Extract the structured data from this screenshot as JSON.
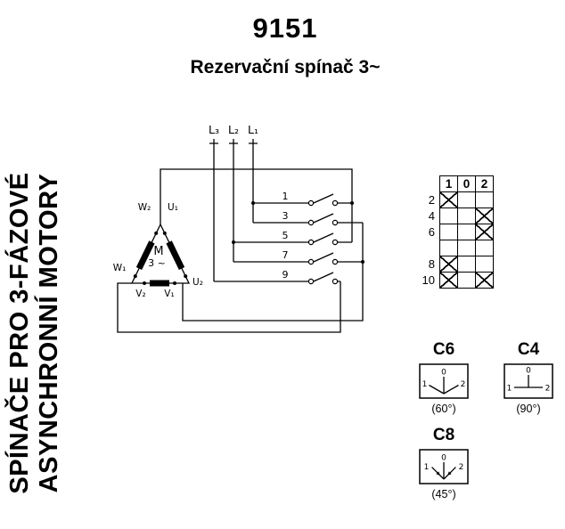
{
  "page": {
    "title": "9151",
    "subtitle": "Rezervační spínač 3~"
  },
  "side_label": {
    "line1": "SPÍNAČE PRO 3-FÁZOVÉ",
    "line2": "ASYNCHRONNÍ MOTORY"
  },
  "schematic": {
    "phases": {
      "l3": "L₃",
      "l2": "L₂",
      "l1": "L₁"
    },
    "contacts": {
      "c1": "1",
      "c3": "3",
      "c5": "5",
      "c7": "7",
      "c9": "9"
    },
    "motor": {
      "symbol": "M",
      "phases": "3 ~",
      "w2": "W₂",
      "u1": "U₁",
      "w1": "W₁",
      "u2": "U₂",
      "v2": "V₂",
      "v1": "V₁"
    }
  },
  "contact_table": {
    "columns": [
      "1",
      "0",
      "2"
    ],
    "rows": [
      {
        "contact": "2",
        "marks": [
          "X",
          "",
          ""
        ]
      },
      {
        "contact": "4",
        "marks": [
          "",
          "",
          "X"
        ]
      },
      {
        "contact": "6",
        "marks": [
          "",
          "",
          "X"
        ]
      },
      {
        "contact": "",
        "marks": [
          "",
          "",
          ""
        ]
      },
      {
        "contact": "8",
        "marks": [
          "X",
          "",
          ""
        ]
      },
      {
        "contact": "10",
        "marks": [
          "X",
          "",
          "X"
        ]
      }
    ]
  },
  "switch_versions": [
    {
      "code": "C6",
      "angle": "(60°)",
      "positions": [
        "1",
        "0",
        "2"
      ]
    },
    {
      "code": "C4",
      "angle": "(90°)",
      "positions": [
        "1",
        "0",
        "2"
      ]
    },
    {
      "code": "C8",
      "angle": "(45°)",
      "positions": [
        "1",
        "0",
        "2"
      ]
    }
  ]
}
